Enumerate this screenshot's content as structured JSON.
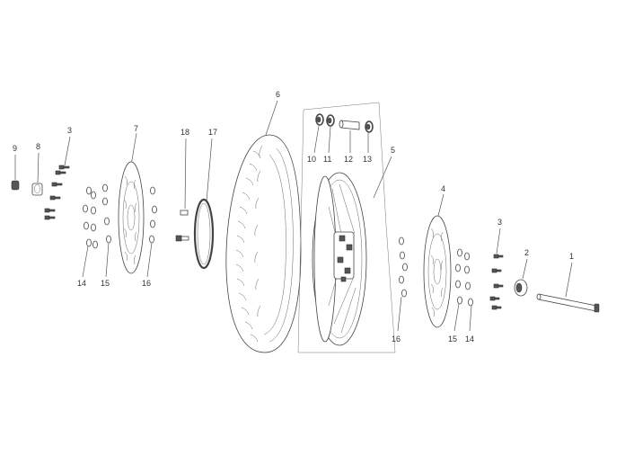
{
  "diagram": {
    "callouts": [
      {
        "id": "c9",
        "text": "9"
      },
      {
        "id": "c8",
        "text": "8"
      },
      {
        "id": "c3a",
        "text": "3"
      },
      {
        "id": "c7",
        "text": "7"
      },
      {
        "id": "c14a",
        "text": "14"
      },
      {
        "id": "c15a",
        "text": "15"
      },
      {
        "id": "c16a",
        "text": "16"
      },
      {
        "id": "c18",
        "text": "18"
      },
      {
        "id": "c17",
        "text": "17"
      },
      {
        "id": "c6",
        "text": "6"
      },
      {
        "id": "c10",
        "text": "10"
      },
      {
        "id": "c11",
        "text": "11"
      },
      {
        "id": "c12",
        "text": "12"
      },
      {
        "id": "c13",
        "text": "13"
      },
      {
        "id": "c5",
        "text": "5"
      },
      {
        "id": "c4",
        "text": "4"
      },
      {
        "id": "c16b",
        "text": "16"
      },
      {
        "id": "c15b",
        "text": "15"
      },
      {
        "id": "c14b",
        "text": "14"
      },
      {
        "id": "c3b",
        "text": "3"
      },
      {
        "id": "c2",
        "text": "2"
      },
      {
        "id": "c1",
        "text": "1"
      }
    ]
  }
}
